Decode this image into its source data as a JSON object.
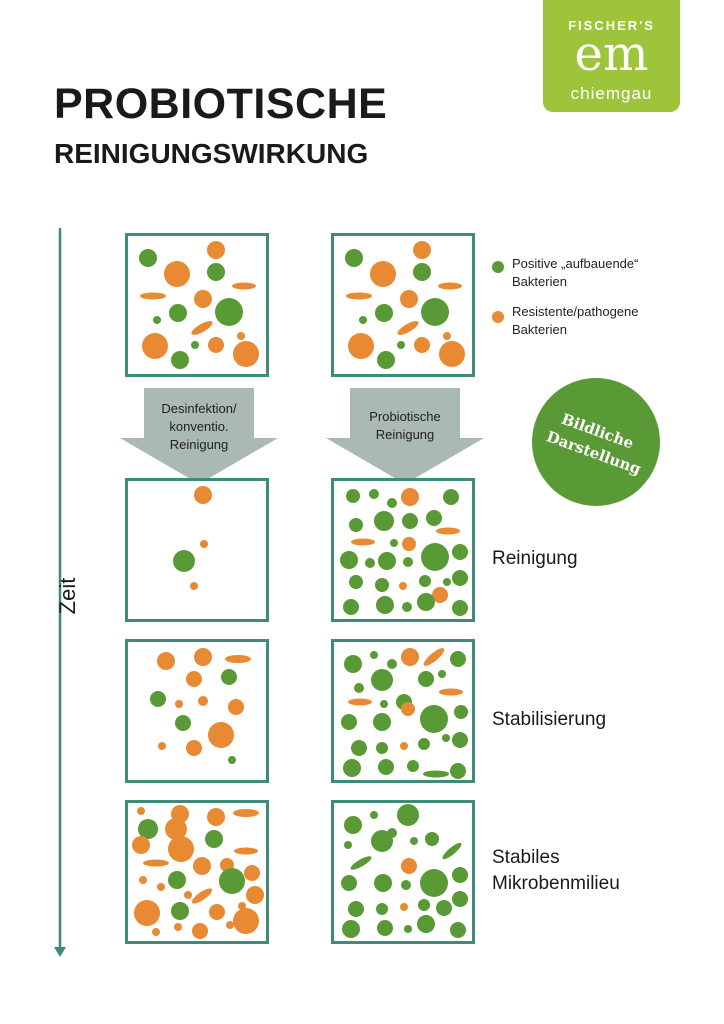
{
  "logo": {
    "brand": "FISCHER'S",
    "mark": "em",
    "sub": "chiemgau"
  },
  "title": {
    "line1": "PROBIOTISCHE",
    "line2": "REINIGUNGSWIRKUNG"
  },
  "axis_label": "Zeit",
  "legend": {
    "positive": {
      "line1": "Positive „aufbauende“",
      "line2": "Bakterien"
    },
    "resistant": {
      "line1": "Resistente/pathogene",
      "line2": "Bakterien"
    }
  },
  "arrows": {
    "left": {
      "line1": "Desinfektion/",
      "line2": "konventio.",
      "line3": "Reinigung"
    },
    "right": {
      "line1": "Probiotische",
      "line2": "Reinigung"
    }
  },
  "badge": {
    "line1": "Bildliche",
    "line2": "Darstellung"
  },
  "stages": {
    "reinigung": "Reinigung",
    "stabilisierung": "Stabilisierung",
    "stabil_line1": "Stabiles",
    "stabil_line2": "Mikrobenmilieu"
  },
  "colors": {
    "positive": "#5a9a36",
    "resistant": "#e88a33",
    "frame": "#3f8a78",
    "arrow": "#aab9b1",
    "logo_bg": "#9ec43b",
    "badge_bg": "#5a9a36"
  }
}
